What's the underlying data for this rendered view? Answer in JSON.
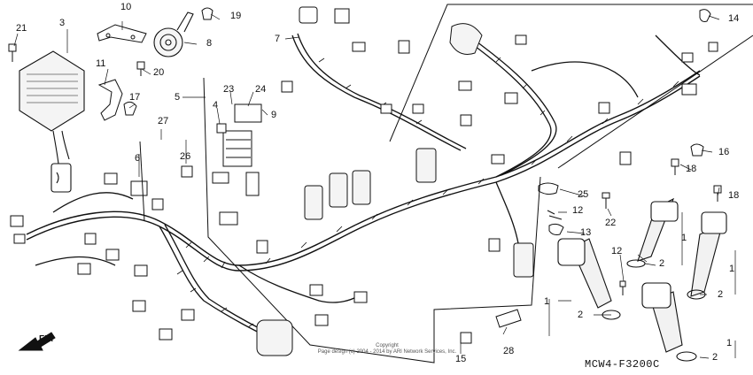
{
  "figure": {
    "code": "MCW4-F3200C",
    "front_label": "FR.",
    "copyright_line1": "Copyright",
    "copyright_line2": "Page design (c) 2004 - 2014 by ARI Network Services, Inc."
  },
  "callouts": {
    "c1a": "1",
    "c1b": "1",
    "c1c": "1",
    "c1d": "1",
    "c2a": "2",
    "c2b": "2",
    "c2c": "2",
    "c2d": "2",
    "c3": "3",
    "c4": "4",
    "c5": "5",
    "c6": "6",
    "c7": "7",
    "c8": "8",
    "c9": "9",
    "c10": "10",
    "c11": "11",
    "c12a": "12",
    "c12b": "12",
    "c13": "13",
    "c14": "14",
    "c15": "15",
    "c16": "16",
    "c17": "17",
    "c18a": "18",
    "c18b": "18",
    "c19": "19",
    "c20": "20",
    "c21": "21",
    "c22": "22",
    "c23": "23",
    "c24": "24",
    "c25": "25",
    "c26": "26",
    "c27": "27",
    "c28": "28"
  },
  "colors": {
    "line": "#111111",
    "text": "#111111",
    "background": "#ffffff"
  }
}
